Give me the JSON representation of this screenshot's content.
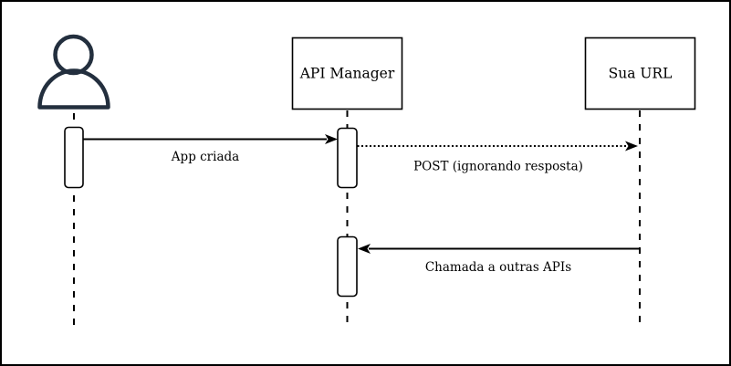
{
  "diagram": {
    "type": "sequence-diagram",
    "participants": [
      {
        "id": "user",
        "kind": "actor",
        "label": ""
      },
      {
        "id": "api-manager",
        "kind": "box",
        "label": "API Manager"
      },
      {
        "id": "sua-url",
        "kind": "box",
        "label": "Sua URL"
      }
    ],
    "messages": [
      {
        "label": "App criada",
        "from": "user",
        "to": "api-manager",
        "line": "solid"
      },
      {
        "label": "POST (ignorando resposta)",
        "from": "api-manager",
        "to": "sua-url",
        "line": "dotted"
      },
      {
        "label": "Chamada a outras APIs",
        "from": "sua-url",
        "to": "api-manager",
        "line": "solid"
      }
    ],
    "colors": {
      "actor_stroke": "#232F3E",
      "line": "#000000",
      "box_fill": "#FFFFFF",
      "background": "#FFFFFF",
      "frame": "#000000"
    }
  }
}
